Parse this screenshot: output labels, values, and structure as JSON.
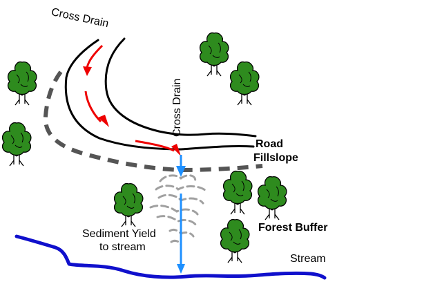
{
  "labels": {
    "cross_drain_top": "Cross Drain",
    "cross_drain_vertical": "Cross Drain",
    "road": "Road",
    "fillslope": "Fillslope",
    "forest_buffer": "Forest Buffer",
    "sediment_yield_line1": "Sediment Yield",
    "sediment_yield_line2": "to stream",
    "stream": "Stream"
  },
  "colors": {
    "road_edge": "#000000",
    "fillslope": "#555555",
    "runoff": "#ee0000",
    "sediment_flow": "#1e90ff",
    "sediment_plume": "#a0a0a0",
    "stream": "#1010cc",
    "tree_foliage": "#2e8b1e",
    "tree_outline": "#000000"
  },
  "icons": [
    "tree-icon",
    "runoff-arrow-icon",
    "flow-arrow-icon"
  ]
}
